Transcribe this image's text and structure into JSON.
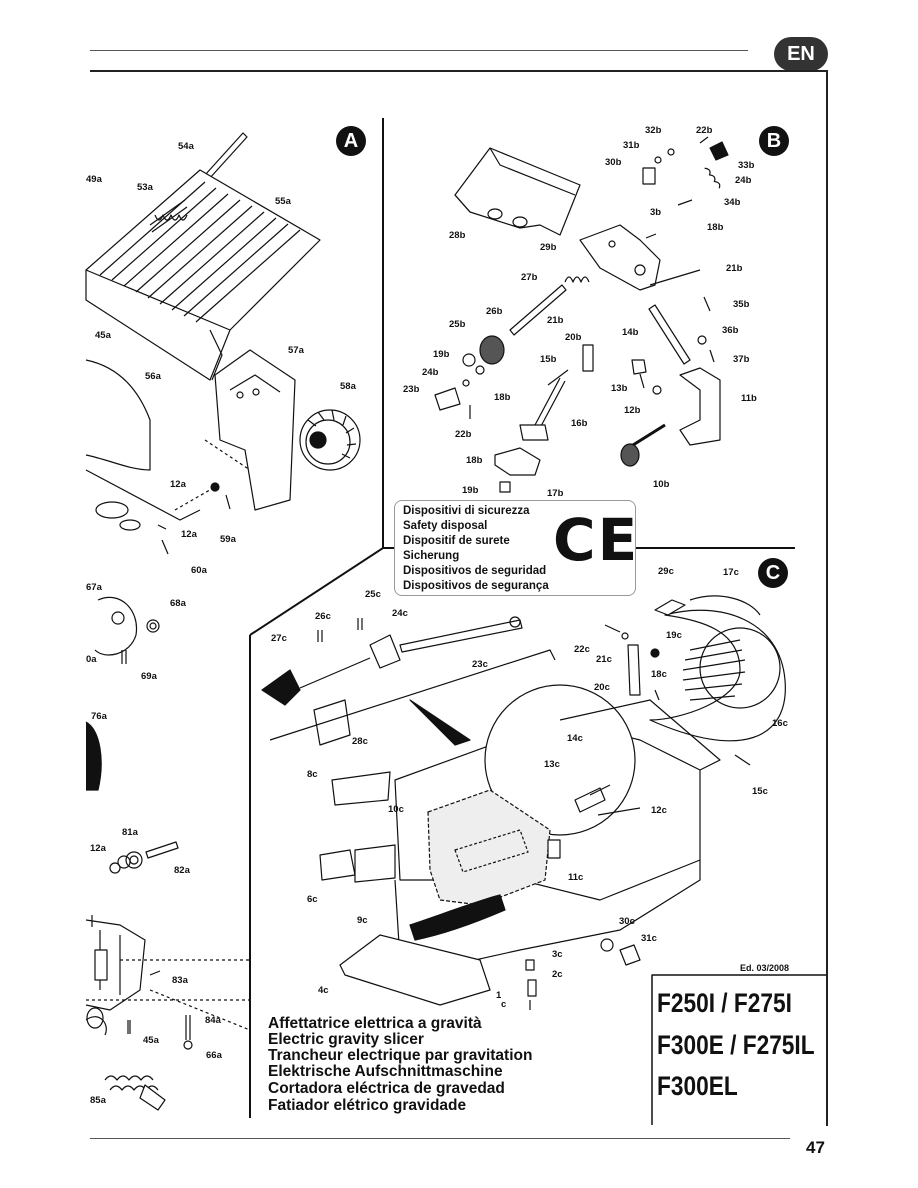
{
  "language_badge": "EN",
  "page_number": "47",
  "panels": {
    "a": {
      "letter": "A"
    },
    "b": {
      "letter": "B"
    },
    "c": {
      "letter": "C"
    }
  },
  "safety": {
    "lines": [
      "Dispositivi di sicurezza",
      "Safety disposal",
      "Dispositif de surete",
      "Sicherung",
      "Dispositivos de seguridad",
      "Dispositivos de segurança"
    ],
    "mark": "CE"
  },
  "edition": "Ed. 03/2008",
  "descriptions": [
    "Affettatrice elettrica a gravità",
    "Electric gravity slicer",
    "Trancheur electrique par gravitation",
    "Elektrische Aufschnittmaschine",
    "Cortadora eléctrica de gravedad",
    "Fatiador elétrico gravidade"
  ],
  "models": [
    "F250I / F275I",
    "F300E / F275IL",
    "F300EL"
  ],
  "labels_a": [
    "54a",
    "49a",
    "53a",
    "55a",
    "45a",
    "57a",
    "56a",
    "58a",
    "12a",
    "12a",
    "59a",
    "60a",
    "67a",
    "68a",
    "0a",
    "69a",
    "76a",
    "81a",
    "12a",
    "82a",
    "83a",
    "84a",
    "45a",
    "66a",
    "85a"
  ],
  "labels_b": [
    "32b",
    "22b",
    "31b",
    "30b",
    "33b",
    "24b",
    "34b",
    "3b",
    "18b",
    "28b",
    "29b",
    "21b",
    "27b",
    "35b",
    "26b",
    "21b",
    "20b",
    "14b",
    "36b",
    "25b",
    "37b",
    "19b",
    "15b",
    "24b",
    "18b",
    "13b",
    "11b",
    "23b",
    "12b",
    "22b",
    "16b",
    "18b",
    "10b",
    "19b",
    "17b"
  ],
  "labels_c": [
    "29c",
    "17c",
    "25c",
    "26c",
    "24c",
    "27c",
    "22c",
    "19c",
    "21c",
    "23c",
    "18c",
    "20c",
    "16c",
    "28c",
    "14c",
    "8c",
    "13c",
    "15c",
    "10c",
    "12c",
    "11c",
    "6c",
    "9c",
    "30c",
    "31c",
    "3c",
    "2c",
    "4c",
    "1",
    "c"
  ]
}
